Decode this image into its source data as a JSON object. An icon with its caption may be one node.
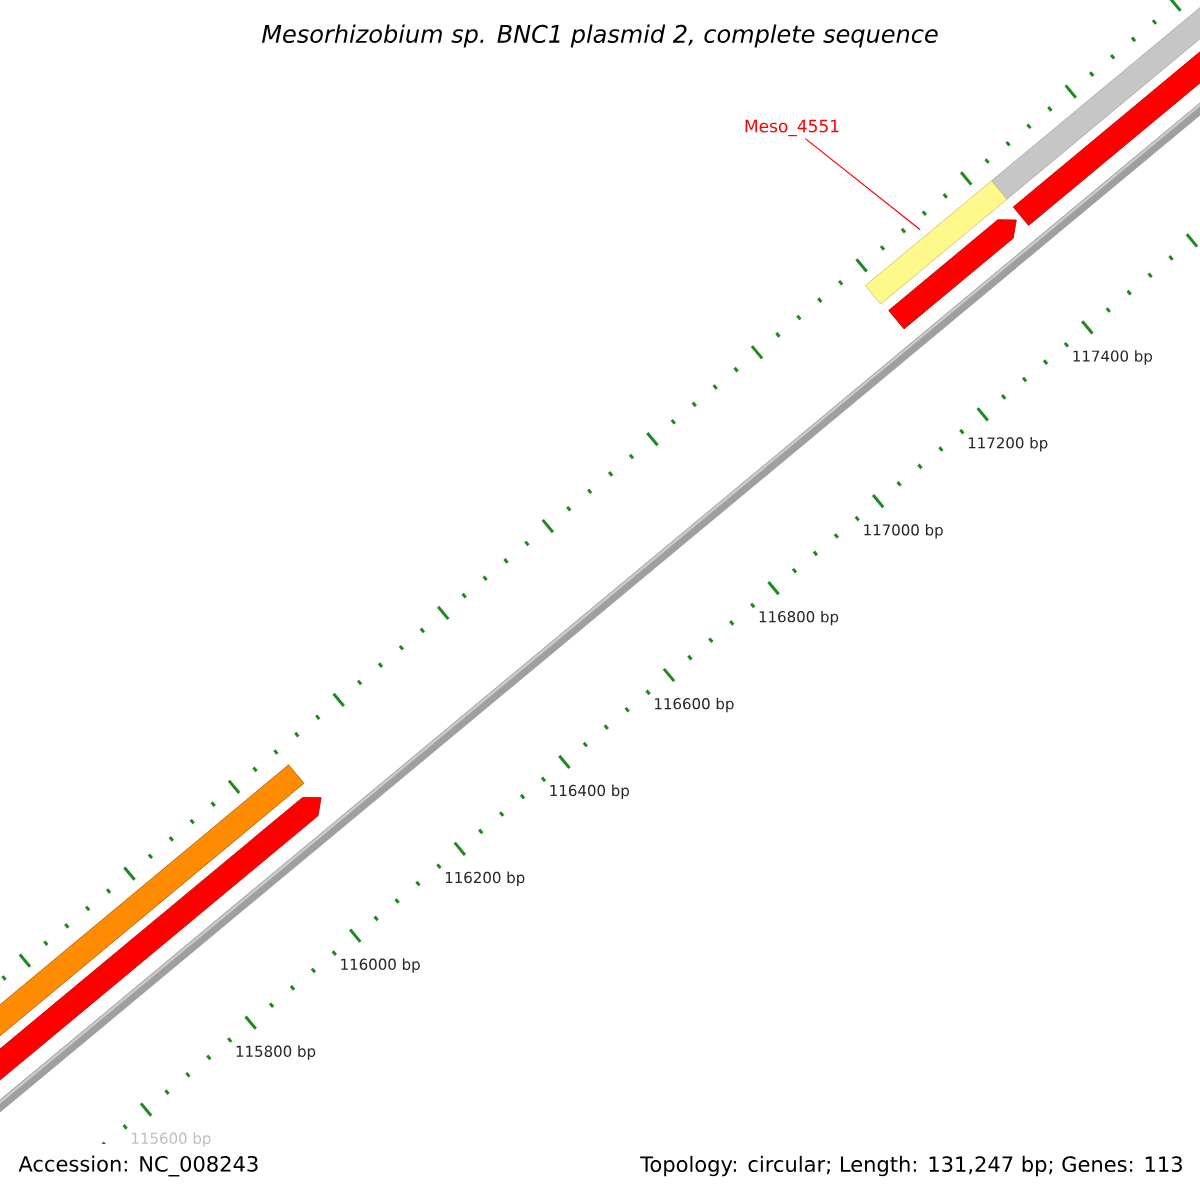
{
  "diagram": {
    "title": "Mesorhizobium sp. BNC1 plasmid 2, complete sequence",
    "nodes": [
      {
        "text": [
          "Meso_4551"
        ]
      },
      {
        "text": [],
        "shape": "bar"
      }
    ],
    "edges": [
      {
        "from": 0,
        "to": 1,
        "arrow": "none",
        "color": "#ff0000"
      }
    ],
    "labels": [
      "117400 bp",
      "117200 bp",
      "117000 bp",
      "116800 bp",
      "116600 bp",
      "116400 bp",
      "116200 bp",
      "116000 bp",
      "115800 bp",
      "115600 bp",
      "Accession: NC_008243",
      "Topology: circular; Length: 131,247 bp; Genes: 113"
    ]
  }
}
